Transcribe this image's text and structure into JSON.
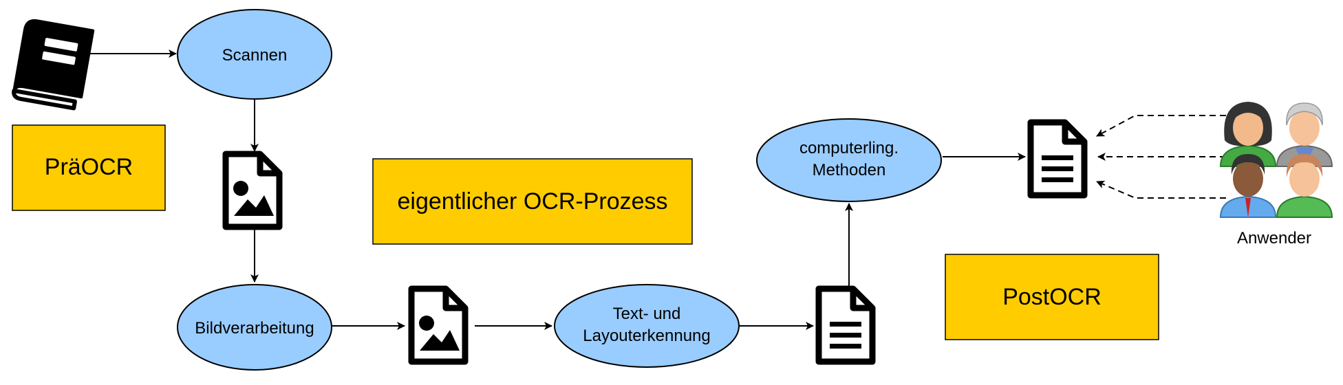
{
  "phases": {
    "pre": "PräOCR",
    "main": "eigentlicher OCR-Prozess",
    "post": "PostOCR"
  },
  "nodes": {
    "scan": "Scannen",
    "image_processing": "Bildverarbeitung",
    "recognition_line1": "Text- und",
    "recognition_line2": "Layouterkennung",
    "comp_line1": "computerling.",
    "comp_line2": "Methoden"
  },
  "users_label": "Anwender",
  "colors": {
    "ellipse_fill": "#99ccff",
    "phase_fill": "#ffcc00",
    "stroke": "#000000"
  },
  "icons": [
    "book-icon",
    "image-file-icon",
    "text-document-icon",
    "user-group-icon"
  ]
}
